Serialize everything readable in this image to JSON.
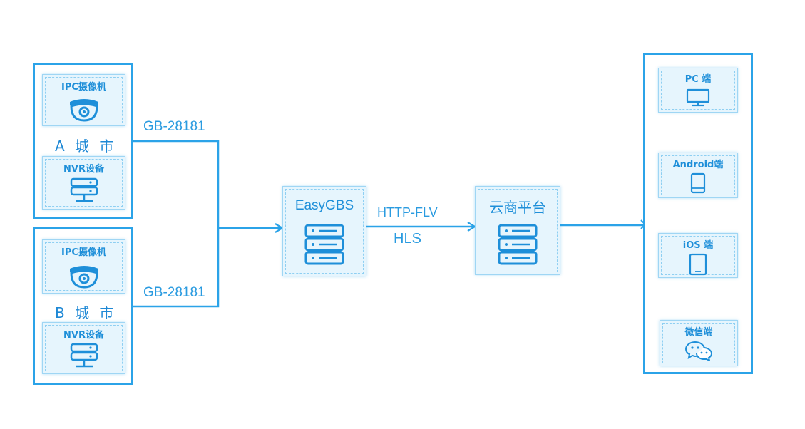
{
  "sources": {
    "city_a": {
      "label": "A 城 市",
      "ipc_label": "IPC摄像机",
      "nvr_label": "NVR设备",
      "protocol": "GB-28181"
    },
    "city_b": {
      "label": "B 城 市",
      "ipc_label": "IPC摄像机",
      "nvr_label": "NVR设备",
      "protocol": "GB-28181"
    }
  },
  "server": {
    "label": "EasyGBS"
  },
  "transport": {
    "protocol_1": "HTTP-FLV",
    "protocol_2": "HLS"
  },
  "cloud": {
    "label": "云商平台"
  },
  "clients": {
    "pc": "PC 端",
    "android": "Android端",
    "ios": "iOS 端",
    "wechat": "微信端"
  },
  "colors": {
    "frame": "#2ba3e8",
    "tile_bg": "#e6f5fd",
    "text": "#1e8fd9"
  }
}
